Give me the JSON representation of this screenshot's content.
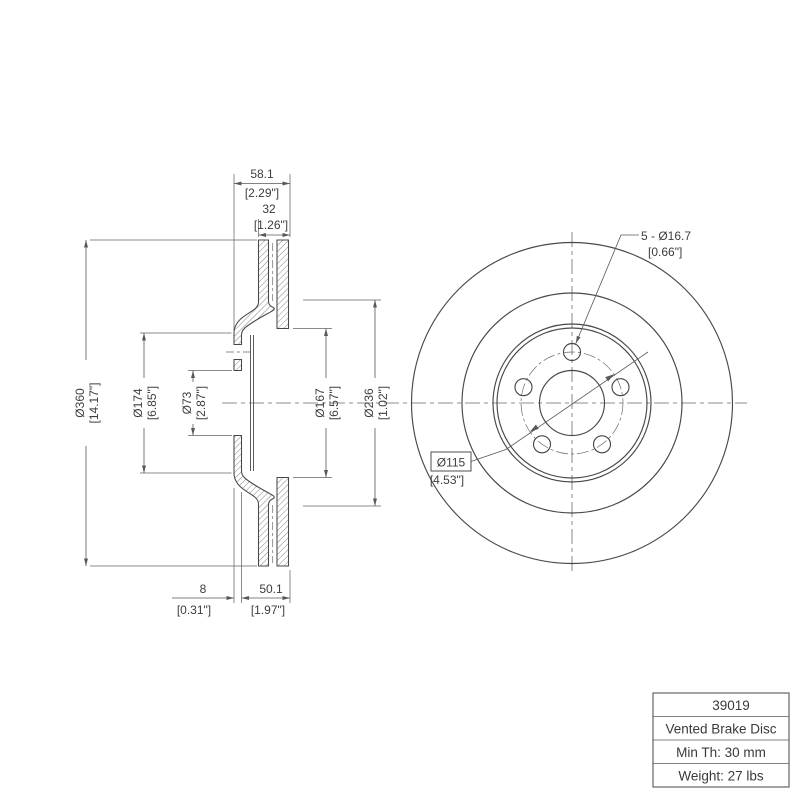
{
  "colors": {
    "background": "#ffffff",
    "line": "#4a4a4c",
    "text": "#3d3d3d"
  },
  "section_view": {
    "dim_total_width": {
      "mm": "58.1",
      "inch": "[2.29\"]"
    },
    "dim_disc_thickness": {
      "mm": "32",
      "inch": "[1.26\"]"
    },
    "dim_outer_diameter": {
      "mm": "Ø360",
      "inch": "[14.17\"]"
    },
    "dim_hat_diameter": {
      "mm": "Ø174",
      "inch": "[6.85\"]"
    },
    "dim_center_bore": {
      "mm": "Ø73",
      "inch": "[2.87\"]"
    },
    "dim_inner_friction_dia": {
      "mm": "Ø167",
      "inch": "[6.57\"]"
    },
    "dim_vent_root_dia": {
      "mm": "Ø236",
      "inch": "[1.02\"]"
    },
    "dim_hat_face_thickness": {
      "mm": "8",
      "inch": "[0.31\"]"
    },
    "dim_hat_depth": {
      "mm": "50.1",
      "inch": "[1.97\"]"
    }
  },
  "front_view": {
    "dim_bolt_holes": {
      "label": "5 - Ø16.7",
      "inch": "[0.66\"]"
    },
    "dim_bolt_circle": {
      "label": "Ø115",
      "inch": "[4.53\"]"
    }
  },
  "title_block": {
    "part_number": "39019",
    "product_name": "Vented Brake Disc",
    "min_thickness": "Min Th: 30 mm",
    "weight": "Weight: 27 lbs"
  }
}
